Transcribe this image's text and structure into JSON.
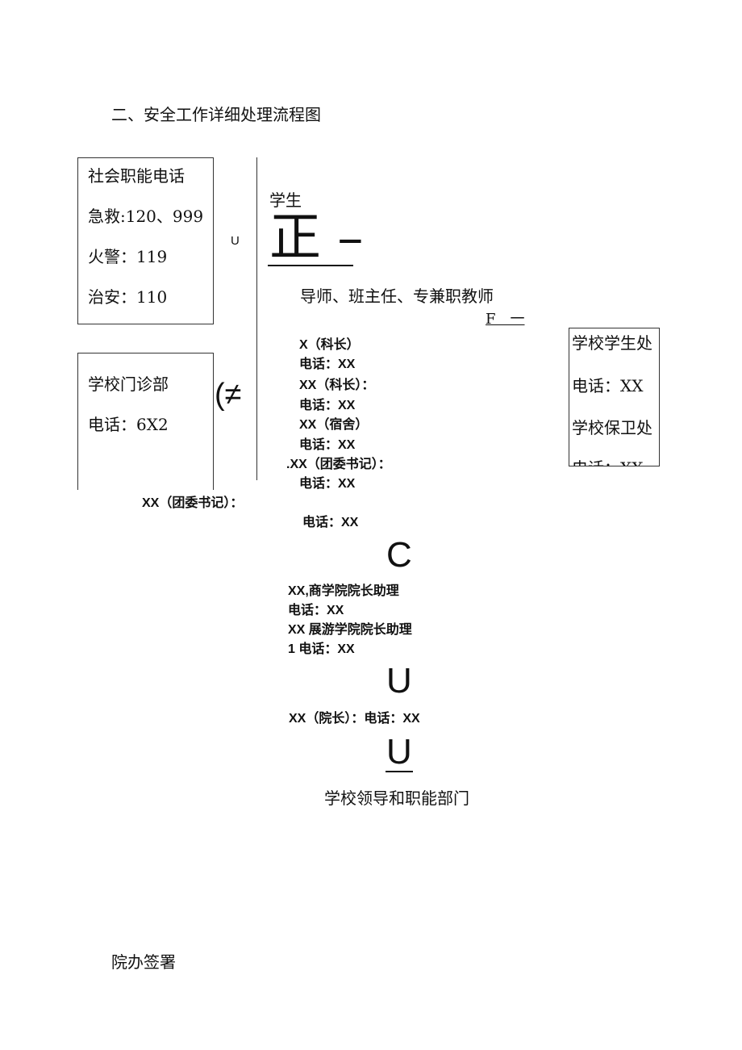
{
  "heading": "二、安全工作详细处理流程图",
  "social_box": {
    "title": "社会职能电话",
    "lines": [
      "急救:120、999",
      "火警：119",
      "治安：110"
    ]
  },
  "clinic_box": {
    "title": "学校门诊部",
    "phone": "电话：6X2"
  },
  "stray_u": "U",
  "stray_not_equal": "(≠",
  "student": {
    "label": "学生",
    "glyph": "正 –",
    "teachers": "导师、班主任、专兼职教师",
    "f_mark": "F　一"
  },
  "contacts_1": [
    "X（科长）",
    "电话：XX",
    "XX（科长）：",
    "电话：XX",
    "XX（宿舍）",
    "电话：XX",
    ".XX（团委书记）：",
    "电话：XX"
  ],
  "side_box": {
    "lines": [
      "学校学生处",
      "电话：XX",
      "学校保卫处",
      "电话：XX"
    ]
  },
  "youth_league": "XX（团委书记）：",
  "youth_phone": "电话：XX",
  "arrow_c": "C",
  "contacts_2": [
    "XX,商学院院长助理",
    "电话：XX",
    "XX 展游学院院长助理",
    "1 电话：XX"
  ],
  "arrow_u1": "U",
  "dean_line": "XX（院长）：电话：XX",
  "arrow_u2": "U",
  "final_label": "学校领导和职能部门",
  "signature_label": "院办签署"
}
